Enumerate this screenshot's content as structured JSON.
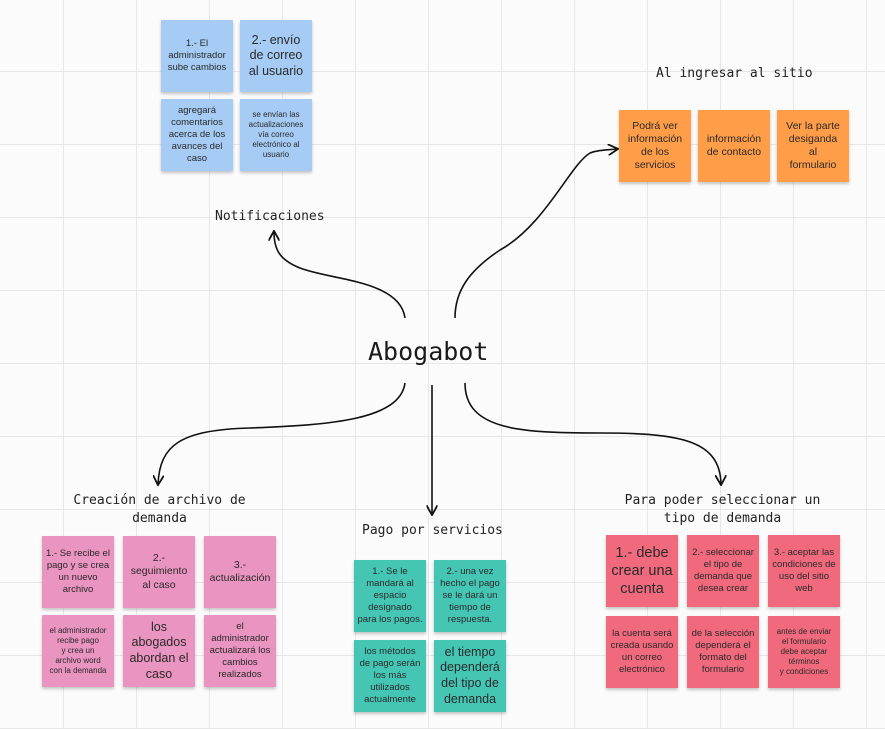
{
  "center": "Abogabot",
  "sections": {
    "notificaciones": {
      "title": "Notificaciones",
      "notes": [
        "1.- El\nadministrador\nsube cambios",
        "2.- envío\nde correo\nal usuario",
        "agregará\ncomentarios\nacerca de los\navances del\ncaso",
        "se envían las\nactualizaciones\nvía correo\nelectrónico al\nusuario"
      ]
    },
    "ingresar": {
      "title": "Al ingresar al sitio",
      "notes": [
        "Podrá ver\ninformación\nde los\nservicios",
        "información\nde contacto",
        "Ver la parte\ndesiganda\nal\nformulario"
      ]
    },
    "creacion": {
      "title": "Creación de archivo de\ndemanda",
      "notes": [
        "1.- Se recibe el\npago y se crea\nun nuevo\narchivo",
        "2.-\nseguimiento\nal caso",
        "3.-\nactualización",
        "el administrador\nrecibe pago\ny crea un\narchivo word\ncon la demanda",
        "los\nabogados\nabordan el\ncaso",
        "el\nadministrador\nactualizará los\ncambios\nrealizados"
      ]
    },
    "pago": {
      "title": "Pago por servicios",
      "notes": [
        "1.- Se le\nmandará al\nespacio\ndesignado\npara los pagos.",
        "2.- una vez\nhecho el pago\nse le dará un\ntiempo de\nrespuesta.",
        "los métodos\nde pago serán\nlos más\nutilizados\nactualmente",
        "el tiempo\ndependerá\ndel tipo de\ndemanda"
      ]
    },
    "tipo": {
      "title": "Para poder seleccionar un\ntipo de demanda",
      "notes": [
        "1.- debe\ncrear una\ncuenta",
        "2.- seleccionar\nel tipo de\ndemanda que\ndesea crear",
        "3.- aceptar las\ncondiciones de\nuso del sitio\nweb",
        "la cuenta será\ncreada usando\nun correo\nelectrónico",
        "de la selección\ndependerá el\nformato del\nformulario",
        "antes de enviar\nel formulario\ndebe aceptar\ntérminos\ny condiciones"
      ]
    }
  },
  "colors": {
    "blue": "#a6ccf5",
    "orange": "#ff9d48",
    "pink": "#ea94c1",
    "teal": "#45c6b5",
    "red": "#f1697d"
  }
}
